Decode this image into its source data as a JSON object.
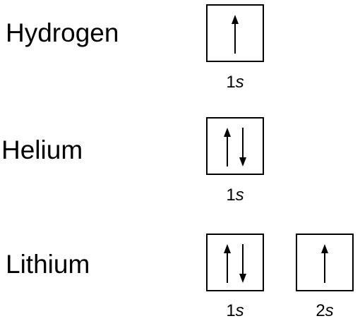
{
  "elements": [
    {
      "name": "Hydrogen",
      "orbitals": [
        {
          "n": "1",
          "l": "s",
          "electrons": [
            "up"
          ]
        }
      ]
    },
    {
      "name": "Helium",
      "orbitals": [
        {
          "n": "1",
          "l": "s",
          "electrons": [
            "up",
            "down"
          ]
        }
      ]
    },
    {
      "name": "Lithium",
      "orbitals": [
        {
          "n": "1",
          "l": "s",
          "electrons": [
            "up",
            "down"
          ]
        },
        {
          "n": "2",
          "l": "s",
          "electrons": [
            "up"
          ]
        }
      ]
    }
  ],
  "colors": {
    "ink": "#000000",
    "background": "#ffffff"
  }
}
